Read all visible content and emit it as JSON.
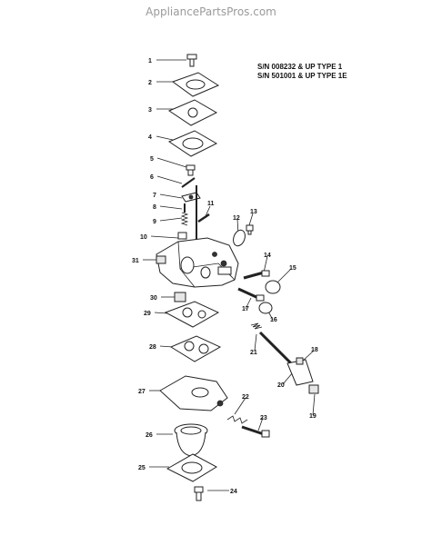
{
  "watermark": "AppliancePartsPros.com",
  "serial_info": {
    "line1": "S/N 008232 & UP TYPE 1",
    "line2": "S/N 501001 & UP TYPE 1E"
  },
  "callouts": [
    "1",
    "2",
    "3",
    "4",
    "5",
    "6",
    "7",
    "8",
    "9",
    "10",
    "11",
    "12",
    "13",
    "14",
    "15",
    "16",
    "17",
    "18",
    "19",
    "20",
    "21",
    "22",
    "23",
    "24",
    "25",
    "26",
    "27",
    "28",
    "29",
    "30",
    "31"
  ]
}
